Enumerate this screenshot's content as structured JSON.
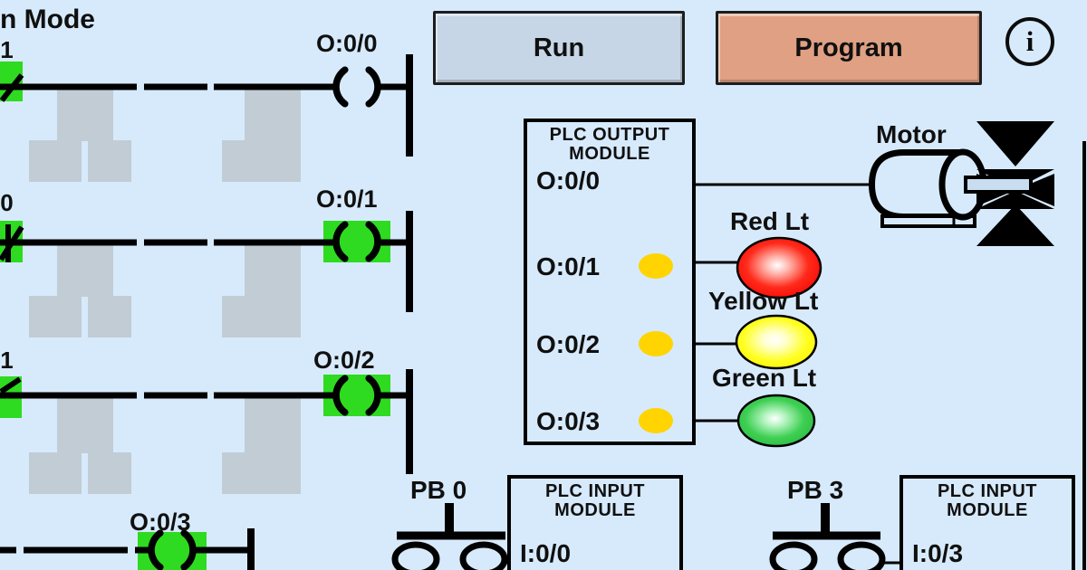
{
  "header": {
    "mode_text": "n Mode",
    "run_label": "Run",
    "program_label": "Program",
    "info_glyph": "i"
  },
  "ladder": {
    "rung1": {
      "contact_label": "/1",
      "coil_label": "O:0/0"
    },
    "rung2": {
      "contact_label": "/0",
      "coil_label": "O:0/1"
    },
    "rung3": {
      "contact_label": "/1",
      "coil_label": "O:0/2"
    },
    "rung4": {
      "coil_label": "O:0/3"
    }
  },
  "output_module": {
    "title_line1": "PLC OUTPUT",
    "title_line2": "MODULE",
    "ch0": "O:0/0",
    "ch1": "O:0/1",
    "ch2": "O:0/2",
    "ch3": "O:0/3"
  },
  "devices": {
    "motor_label": "Motor",
    "red_light_label": "Red Lt",
    "yellow_light_label": "Yellow Lt",
    "green_light_label": "Green Lt"
  },
  "input1": {
    "button_label": "PB 0",
    "title_line1": "PLC INPUT",
    "title_line2": "MODULE",
    "address": "I:0/0"
  },
  "input2": {
    "button_label": "PB 3",
    "title_line1": "PLC INPUT",
    "title_line2": "MODULE",
    "address": "I:0/3"
  },
  "colors": {
    "background": "#d7eafc",
    "energized_green": "#2edb20",
    "led_yellow": "#ffd400",
    "light_red": "#f50505",
    "light_yellow": "#fff000",
    "light_green": "#2bb944",
    "run_fill": "#c6d6e6",
    "program_fill": "#dfa083",
    "ghost_gray": "#c2ccd4"
  }
}
